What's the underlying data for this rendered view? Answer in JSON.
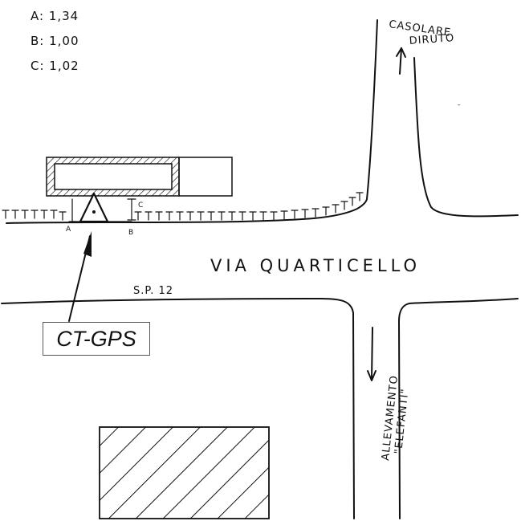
{
  "measurements": {
    "a": "A: 1,34",
    "b": "B: 1,00",
    "c": "C: 1,02"
  },
  "labels": {
    "casolare": "CASOLARE",
    "diruto": "DIRUTO",
    "via": "VIA QUARTICELLO",
    "sp": "S.P. 12",
    "allevamento": "ALLEVAMENTO",
    "elefanti": "\"ELEFANTI\"",
    "ct_gps": "CT-GPS",
    "point_a": "A",
    "point_b": "B",
    "point_c": "C"
  }
}
